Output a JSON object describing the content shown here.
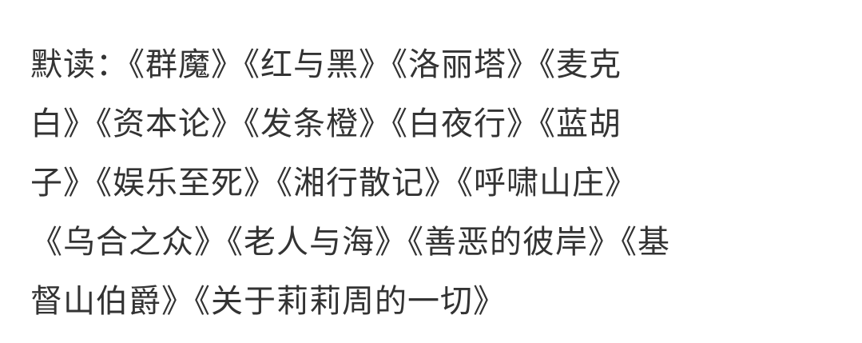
{
  "content": {
    "lines": [
      "默读：《群魔》《红与黑》《洛丽塔》《麦克",
      "白》《资本论》《发条橙》《白夜行》《蓝胡",
      "子》《娱乐至死》《湘行散记》《呼啸山庄》",
      "《乌合之众》《老人与海》《善恶的彼岸》《基",
      "督山伯爵》《关于莉莉周的一切》"
    ]
  }
}
